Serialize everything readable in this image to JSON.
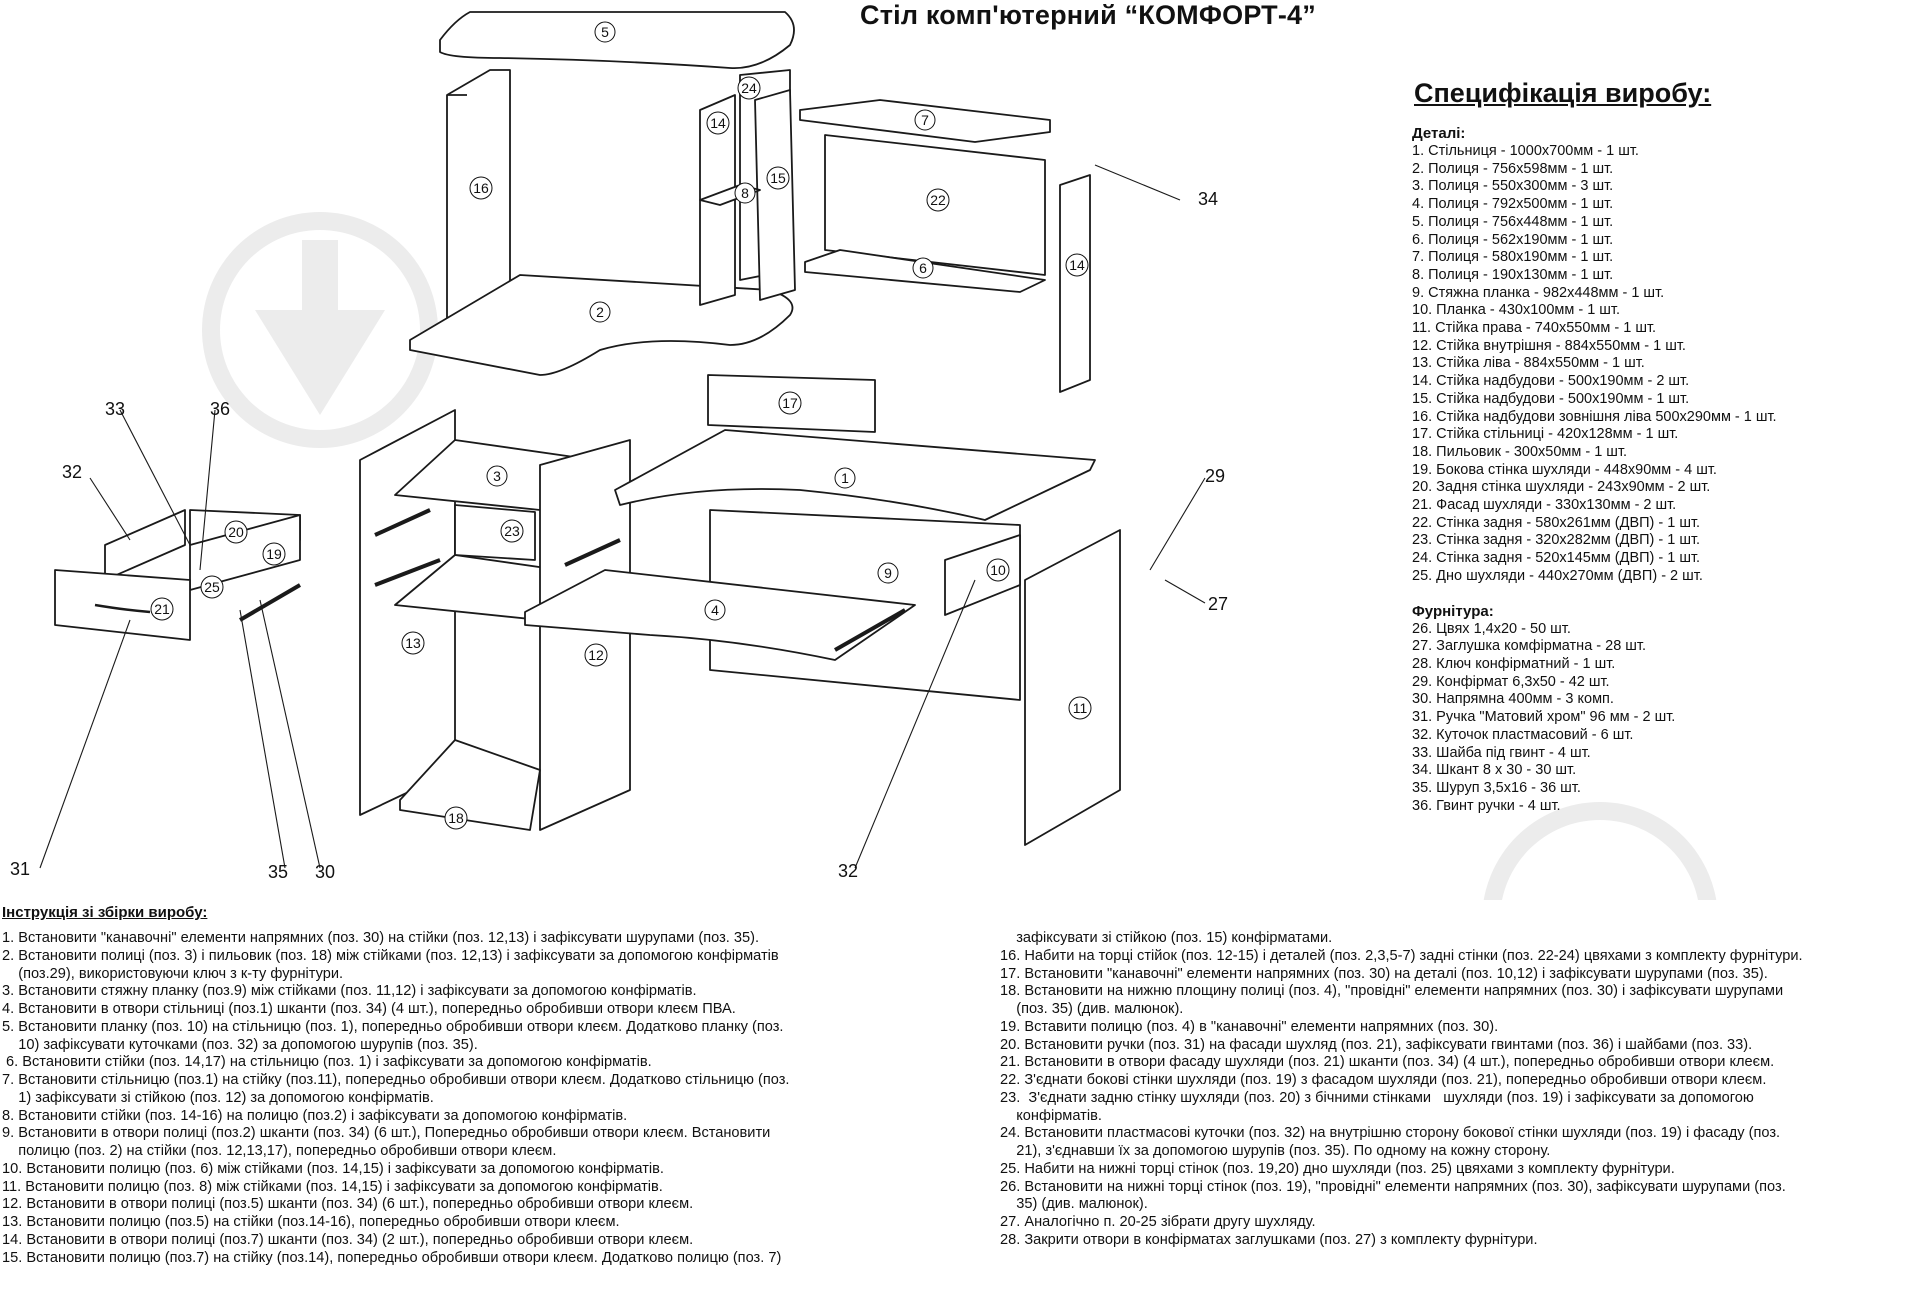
{
  "title": "Стіл комп'ютерний “КОМФОРТ-4”",
  "spec": {
    "heading": "Специфікація виробу:",
    "details_heading": "Деталі:",
    "details": [
      "1. Стільниця - 1000х700мм - 1 шт.",
      "2. Полиця - 756х598мм - 1 шт.",
      "3. Полиця - 550х300мм - 3 шт.",
      "4. Полиця - 792х500мм - 1 шт.",
      "5. Полиця - 756х448мм - 1 шт.",
      "6. Полиця - 562х190мм - 1 шт.",
      "7. Полиця - 580х190мм - 1 шт.",
      "8. Полиця - 190х130мм - 1 шт.",
      "9. Стяжна планка - 982х448мм - 1 шт.",
      "10. Планка - 430х100мм - 1 шт.",
      "11. Стійка права - 740х550мм - 1 шт.",
      "12. Стійка внутрішня - 884х550мм - 1 шт.",
      "13. Стійка ліва - 884х550мм - 1 шт.",
      "14. Стійка надбудови - 500х190мм - 2 шт.",
      "15. Стійка надбудови - 500х190мм - 1 шт.",
      "16. Стійка надбудови зовнішня ліва 500х290мм - 1 шт.",
      "17. Стійка стільниці - 420х128мм - 1 шт.",
      "18. Пильовик - 300х50мм - 1 шт.",
      "19. Бокова стінка шухляди - 448х90мм - 4 шт.",
      "20. Задня стінка шухляди - 243х90мм - 2 шт.",
      "21. Фасад шухляди - 330х130мм - 2 шт.",
      "22. Стінка задня - 580х261мм (ДВП) - 1 шт.",
      "23. Стінка задня - 320х282мм (ДВП) - 1 шт.",
      "24. Стінка задня - 520х145мм (ДВП) - 1 шт.",
      "25. Дно шухляди - 440х270мм (ДВП) - 2 шт."
    ],
    "fittings_heading": "Фурнітура:",
    "fittings": [
      "26. Цвях 1,4х20 - 50 шт.",
      "27. Заглушка комфірматна - 28 шт.",
      "28. Ключ конфірматний - 1 шт.",
      "29. Конфірмат 6,3х50 - 42 шт.",
      "30. Напрямна 400мм - 3 комп.",
      "31. Ручка \"Матовий хром\" 96 мм - 2 шт.",
      "32. Куточок пластмасовий - 6 шт.",
      "33. Шайба під гвинт - 4 шт.",
      "34. Шкант 8 х 30 - 30 шт.",
      "35. Шуруп 3,5х16 - 36 шт.",
      "36. Гвинт ручки - 4 шт."
    ]
  },
  "instructions": {
    "heading": "Інструкція зі збірки виробу:",
    "left_lines": [
      "1. Встановити \"канавочні\" елементи напрямних (поз. 30) на стійки (поз. 12,13) і зафіксувати шурупами (поз. 35).",
      "2. Встановити полиці (поз. 3) і пильовик (поз. 18) між стійками (поз. 12,13) і зафіксувати за допомогою конфірматів",
      "    (поз.29), використовуючи ключ з к-ту фурнітури.",
      "3. Встановити стяжну планку (поз.9) між стійками (поз. 11,12) і зафіксувати за допомогою конфірматів.",
      "4. Встановити в отвори стільниці (поз.1) шканти (поз. 34) (4 шт.), попередньо обробивши отвори клеєм ПВА.",
      "5. Встановити планку (поз. 10) на стільницю (поз. 1), попередньо обробивши отвори клеєм. Додатково планку (поз.",
      "    10) зафіксувати куточками (поз. 32) за допомогою шурупів (поз. 35).",
      " 6. Встановити стійки (поз. 14,17) на стільницю (поз. 1) і зафіксувати за допомогою конфірматів.",
      "7. Встановити стільницю (поз.1) на стійку (поз.11), попередньо обробивши отвори клеєм. Додатково стільницю (поз.",
      "    1) зафіксувати зі стійкою (поз. 12) за допомогою конфірматів.",
      "8. Встановити стійки (поз. 14-16) на полицю (поз.2) і зафіксувати за допомогою конфірматів.",
      "9. Встановити в отвори полиці (поз.2) шканти (поз. 34) (6 шт.), Попередньо обробивши отвори клеєм. Встановити",
      "    полицю (поз. 2) на стійки (поз. 12,13,17), попередньо обробивши отвори клеєм.",
      "10. Встановити полицю (поз. 6) між стійками (поз. 14,15) і зафіксувати за допомогою конфірматів.",
      "11. Встановити полицю (поз. 8) між стійками (поз. 14,15) і зафіксувати за допомогою конфірматів.",
      "12. Встановити в отвори полиці (поз.5) шканти (поз. 34) (6 шт.), попередньо обробивши отвори клеєм.",
      "13. Встановити полицю (поз.5) на стійки (поз.14-16), попередньо обробивши отвори клеєм.",
      "14. Встановити в отвори полиці (поз.7) шканти (поз. 34) (2 шт.), попередньо обробивши отвори клеєм.",
      "15. Встановити полицю (поз.7) на стійку (поз.14), попередньо обробивши отвори клеєм. Додатково полицю (поз. 7)"
    ],
    "right_lines": [
      "    зафіксувати зі стійкою (поз. 15) конфірматами.",
      "16. Набити на торці стійок (поз. 12-15) і деталей (поз. 2,3,5-7) задні стінки (поз. 22-24) цвяхами з комплекту фурнітури.",
      "17. Встановити \"канавочні\" елементи напрямних (поз. 30) на деталі (поз. 10,12) і зафіксувати шурупами (поз. 35).",
      "18. Встановити на нижню площину полиці (поз. 4), \"провідні\" елементи напрямних (поз. 30) і зафіксувати шурупами",
      "    (поз. 35) (див. малюнок).",
      "19. Вставити полицю (поз. 4) в \"канавочні\" елементи напрямних (поз. 30).",
      "20. Встановити ручки (поз. 31) на фасади шухляд (поз. 21), зафіксувати гвинтами (поз. 36) і шайбами (поз. 33).",
      "21. Встановити в отвори фасаду шухляди (поз. 21) шканти (поз. 34) (4 шт.), попередньо обробивши отвори клеєм.",
      "22. З'єднати бокові стінки шухляди (поз. 19) з фасадом шухляди (поз. 21), попередньо обробивши отвори клеєм.",
      "23.  З'єднати задню стінку шухляди (поз. 20) з бічними стінками   шухляди (поз. 19) і зафіксувати за допомогою",
      "    конфірматів.",
      "24. Встановити пластмасові куточки (поз. 32) на внутрішню сторону бокової стінки шухляди (поз. 19) і фасаду (поз.",
      "    21), з'єднавши їх за допомогою шурупів (поз. 35). По одному на кожну сторону.",
      "25. Набити на нижні торці стінок (поз. 19,20) дно шухляди (поз. 25) цвяхами з комплекту фурнітури.",
      "26. Встановити на нижні торці стінок (поз. 19), \"провідні\" елементи напрямних (поз. 30), зафіксувати шурупами (поз.",
      "    35) (див. малюнок).",
      "27. Аналогічно п. 20-25 зібрати другу шухляду.",
      "28. Закрити отвори в конфірматах заглушками (поз. 27) з комплекту фурнітури."
    ]
  },
  "diagram": {
    "part_labels": [
      "1",
      "2",
      "3",
      "4",
      "5",
      "6",
      "7",
      "8",
      "9",
      "10",
      "11",
      "12",
      "13",
      "14",
      "14",
      "15",
      "16",
      "17",
      "18",
      "19",
      "20",
      "21",
      "22",
      "23",
      "24",
      "25"
    ],
    "callouts": [
      "33",
      "36",
      "32",
      "29",
      "27",
      "34",
      "31",
      "35",
      "30",
      "32"
    ],
    "line_color": "#1a1a1a",
    "watermark_icon": "download-arrow-icon"
  }
}
